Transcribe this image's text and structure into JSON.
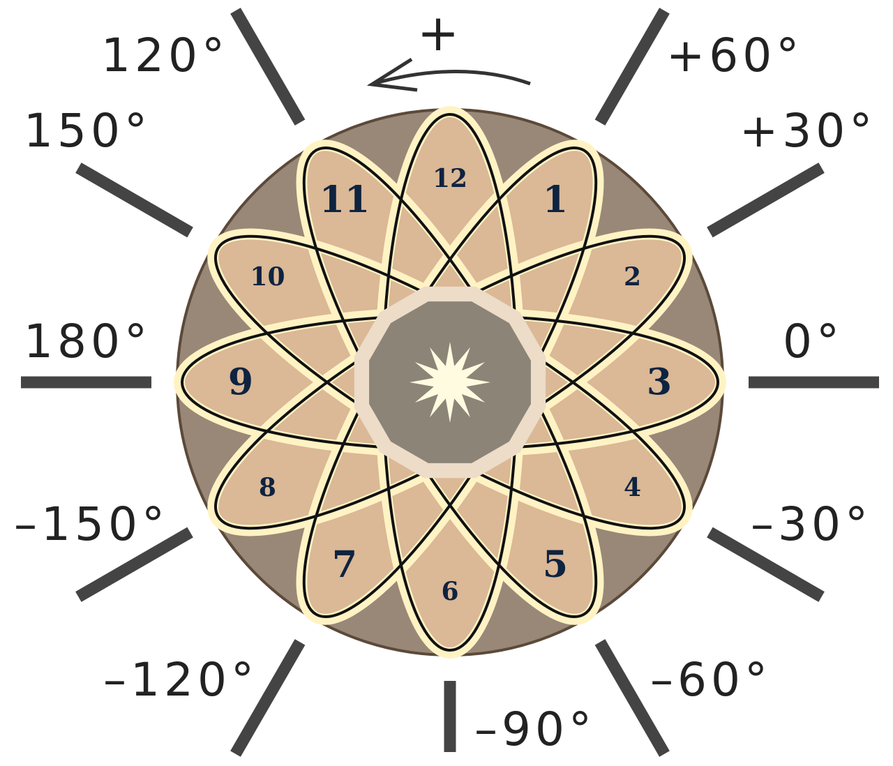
{
  "direction_marker": {
    "symbol": "+",
    "meaning": "counterclockwise positive"
  },
  "angle_labels": [
    {
      "text": "0°",
      "deg": 0
    },
    {
      "text": "+30°",
      "deg": 30
    },
    {
      "text": "+60°",
      "deg": 60
    },
    {
      "text": "–90°",
      "deg": -90
    },
    {
      "text": "120°",
      "deg": 120
    },
    {
      "text": "150°",
      "deg": 150
    },
    {
      "text": "180°",
      "deg": 180
    },
    {
      "text": "–150°",
      "deg": -150
    },
    {
      "text": "–120°",
      "deg": -120
    },
    {
      "text": "–60°",
      "deg": -60
    },
    {
      "text": "–30°",
      "deg": -30
    }
  ],
  "hours": [
    "12",
    "1",
    "2",
    "3",
    "4",
    "5",
    "6",
    "7",
    "8",
    "9",
    "10",
    "11"
  ],
  "colors": {
    "outer_disc": "#998877",
    "outer_stroke": "#5b4a3a",
    "petal_fill": "#dbb896",
    "petal_rim": "#fff3c4",
    "petal_stroke": "#111111",
    "inner_ring": "#ecdcc8",
    "inner_core": "#8d8478",
    "star": "#fffbe0",
    "tick": "#444444",
    "numeral": "#0e2340"
  }
}
